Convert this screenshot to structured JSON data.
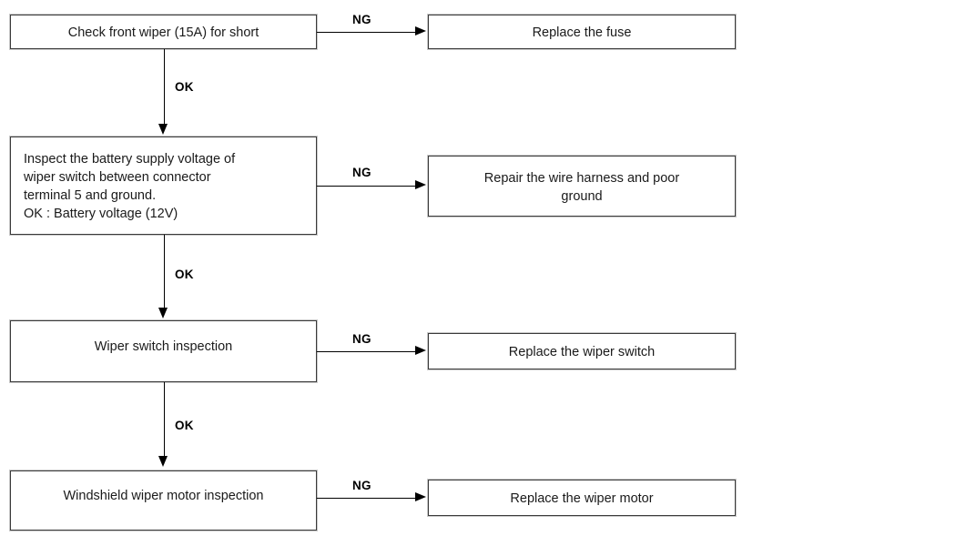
{
  "diagram": {
    "title": "Windshield wiper troubleshooting flowchart",
    "type": "flowchart",
    "colors": {
      "box_border": "#3a3a3a",
      "box_fill": "#ffffff",
      "connector": "#000000",
      "text": "#1a1a1a",
      "page_background": "#ffffff"
    },
    "steps": [
      {
        "id": "step-1",
        "label": "Check front wiper (15A) for short",
        "align": "center",
        "ok_label": "OK",
        "ng_label": "NG",
        "result": {
          "id": "result-1",
          "label": "Replace the fuse",
          "lines": [
            "Replace the fuse"
          ]
        }
      },
      {
        "id": "step-2",
        "label": "Inspect the battery supply voltage of wiper switch between connector terminal 5 and ground. OK : Battery voltage (12V)",
        "align": "left",
        "lines": [
          "Inspect the battery supply voltage of",
          "wiper switch between connector",
          "terminal 5 and ground.",
          "OK : Battery voltage (12V)"
        ],
        "ok_label": "OK",
        "ng_label": "NG",
        "result": {
          "id": "result-2",
          "label": "Repair the wire harness and poor ground",
          "lines": [
            "Repair the wire harness and poor",
            "ground"
          ]
        }
      },
      {
        "id": "step-3",
        "label": "Wiper switch inspection",
        "align": "center",
        "ok_label": "OK",
        "ng_label": "NG",
        "result": {
          "id": "result-3",
          "label": "Replace the wiper switch",
          "lines": [
            "Replace the wiper switch"
          ]
        }
      },
      {
        "id": "step-4",
        "label": "Windshield wiper motor inspection",
        "align": "center",
        "ok_label": null,
        "ng_label": "NG",
        "result": {
          "id": "result-4",
          "label": "Replace the wiper motor",
          "lines": [
            "Replace the wiper motor"
          ]
        }
      }
    ]
  }
}
